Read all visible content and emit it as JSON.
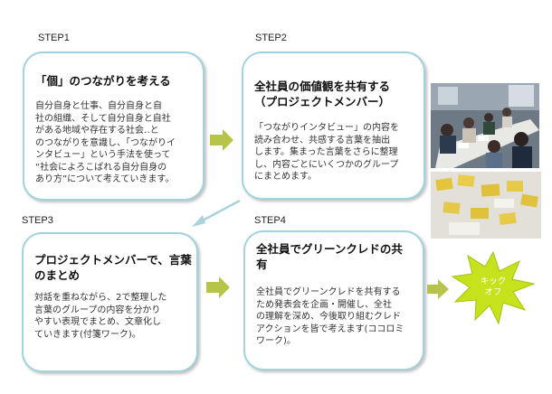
{
  "steps": [
    {
      "label": "STEP1",
      "title": "「個」のつながりを考える",
      "body": "自分自身と仕事、自分自身と自\n社の組織、そして自分自身と自社\nがある地域や存在する社会‥と\nのつながりを意識し、「つながりイ\nンタビュー」という手法を使って\n“社会によろこばれる自分自身の\nあり方”について考えていきます。"
    },
    {
      "label": "STEP2",
      "title": "全社員の価値観を共有する\n（プロジェクトメンバー）",
      "body": "「つながりインタビュー」の内容を\n読み合わせ、共感する言葉を抽出\nします。集まった言葉をさらに整理\nし、内容ごとにいくつかのグループ\nにまとめます。"
    },
    {
      "label": "STEP3",
      "title": "プロジェクトメンバーで、言葉\nのまとめ",
      "body": "対話を重ねながら、2で整理した\n言葉のグループの内容を分かり\nやすい表現でまとめ、文章化し\nていきます(付箋ワーク)。"
    },
    {
      "label": "STEP4",
      "title": "全社員でグリーンクレドの共\n有",
      "body": "全社員でグリーンクレドを共有する\nため発表会を企画・開催し、全社\nの理解を深め、今後取り組むクレド\nアクションを皆で考えます(ココロミ\nワーク)。"
    }
  ],
  "kickoff": "キック\nオフ",
  "colors": {
    "card_border": "#9fd3de",
    "arrow_green": "#b7c44a",
    "arrow_blue": "#a8d3de",
    "burst": "#c6e21c"
  }
}
